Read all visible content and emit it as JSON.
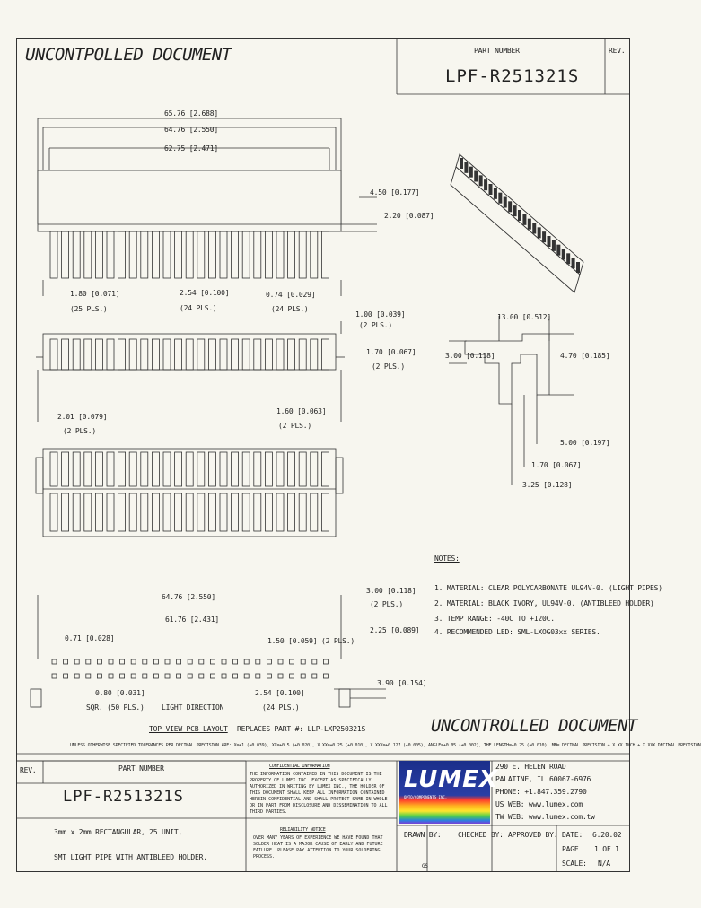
{
  "header": {
    "watermark_top": "UNCONTPOLLED DOCUMENT",
    "part_number_label": "PART NUMBER",
    "part_number": "LPF-R251321S",
    "rev_label": "REV."
  },
  "dims": {
    "d1": "65.76 [2.688]",
    "d2": "64.76 [2.550]",
    "d3": "62.75 [2.471]",
    "d4": "4.50 [0.177]",
    "d5": "2.20 [0.087]",
    "d6": "1.80 [0.071]",
    "d6b": "(25 PLS.)",
    "d7": "2.54 [0.100]",
    "d7b": "(24 PLS.)",
    "d8": "0.74 [0.029]",
    "d8b": "(24 PLS.)",
    "d9": "1.00 [0.039]",
    "d9b": "(2 PLS.)",
    "d10": "1.70 [0.067]",
    "d10b": "(2 PLS.)",
    "d11": "2.01 [0.079]",
    "d11b": "(2 PLS.)",
    "d12": "1.60 [0.063]",
    "d12b": "(2 PLS.)",
    "s1": "13.00 [0.512]",
    "s2": "3.00 [0.118]",
    "s3": "4.70 [0.185]",
    "s4": "5.00 [0.197]",
    "s5": "1.70 [0.067]",
    "s6": "3.25 [0.128]",
    "p1": "64.76 [2.550]",
    "p2": "61.76 [2.431]",
    "p3": "3.00 [0.118]",
    "p3b": "(2 PLS.)",
    "p4": "0.71 [0.028]",
    "p5": "1.50 [0.059] (2 PLS.)",
    "p6": "2.25 [0.089]",
    "p7": "3.90 [0.154]",
    "p8": "0.80 [0.031]",
    "p8b": "SQR. (50 PLS.)",
    "p9": "LIGHT DIRECTION",
    "p10": "2.54 [0.100]",
    "p10b": "(24 PLS.)"
  },
  "notes": {
    "title": "NOTES:",
    "items": [
      "1. MATERIAL: CLEAR POLYCARBONATE UL94V-0. (LIGHT PIPES)",
      "2. MATERIAL: BLACK IVORY, UL94V-0. (ANTIBLEED HOLDER)",
      "3. TEMP RANGE: -40C TO +120C.",
      "4. RECOMMENDED LED: SML-LXOG03xx SERIES."
    ]
  },
  "pcb_caption": "TOP VIEW PCB LAYOUT",
  "replaces": "REPLACES PART #: LLP-LXP250321S",
  "watermark_bottom": "UNCONTROLLED DOCUMENT",
  "tolerance_line": "UNLESS OTHERWISE SPECIFIED TOLERANCES PER DECIMAL PRECISION ARE: X=±1 (±0.039), XX=±0.5 (±0.020), X.XX=±0.25 (±0.010), X.XXX=±0.127 (±0.005), ANGLE=±0.05 (±0.002), THE LENGTH=±0.25 (±0.010), MM= DECIMAL PRECISION ± X.XX   INCH ± X.XXX DECIMAL PRECISION",
  "title_block": {
    "rev_label": "REV.",
    "part_number_label": "PART NUMBER",
    "part_number": "LPF-R251321S",
    "desc1": "3mm x 2mm RECTANGULAR, 25 UNIT,",
    "desc2": "SMT LIGHT PIPE WITH ANTIBLEED HOLDER.",
    "confidential_title": "CONFIDENTIAL INFORMATION",
    "confidential_text": "THE INFORMATION CONTAINED IN THIS DOCUMENT IS THE PROPERTY OF LUMEX INC. EXCEPT AS SPECIFICALLY AUTHORIZED IN WRITING BY LUMEX INC., THE HOLDER OF THIS DOCUMENT SHALL KEEP ALL INFORMATION CONTAINED HEREIN CONFIDENTIAL AND SHALL PROTECT SAME IN WHOLE OR IN PART FROM DISCLOSURE AND DISSEMINATION TO ALL THIRD PARTIES.",
    "reliability_title": "RELIABILITY NOTICE",
    "reliability_text": "OVER MANY YEARS OF EXPERIENCE WE HAVE FOUND THAT SOLDER HEAT IS A MAJOR CAUSE OF EARLY AND FUTURE FAILURE. PLEASE PAY ATTENTION TO YOUR SOLDERING PROCESS.",
    "logo_text": "LUMEX",
    "logo_sub": "OPTO/COMPONENTS INC.",
    "address1": "290 E. HELEN ROAD",
    "address2": "PALATINE, IL 60067-6976",
    "phone": "PHONE: +1.847.359.2790",
    "web_us": "US WEB: www.lumex.com",
    "web_tw": "TW WEB: www.lumex.com.tw",
    "drawn_by_label": "DRAWN BY:",
    "drawn_by": "GS",
    "checked_by_label": "CHECKED BY:",
    "approved_by_label": "APPROVED BY:",
    "date_label": "DATE:",
    "date": "6.20.02",
    "page_label": "PAGE",
    "page": "1 OF 1",
    "scale_label": "SCALE:",
    "scale": "N/A"
  }
}
